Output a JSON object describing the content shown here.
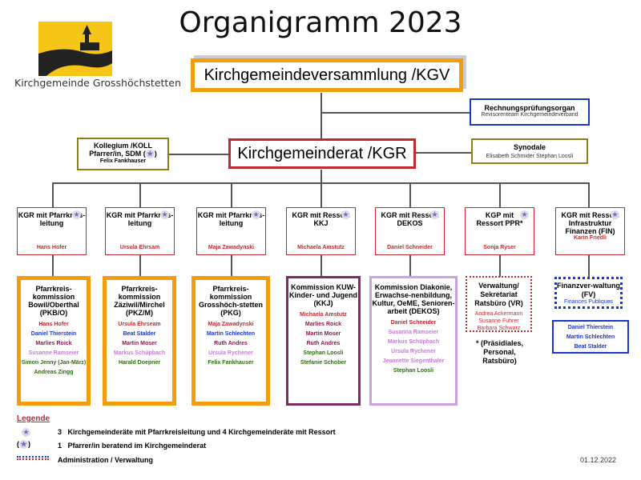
{
  "title": "Organigramm 2023",
  "logo": {
    "text": "Kirchgemeinde Grosshöchstetten"
  },
  "kgv": "Kirchgemeindeversammlung /KGV",
  "kgr": "Kirchgemeinderat /KGR",
  "rechnungspruefung": {
    "title": "Rechnungsprüfungsorgan",
    "sub": "Revisorenteam Kirchgemeindeverband"
  },
  "kollegium": {
    "line1": "Kollegium /KOLL",
    "line2": "Pfarrer/in,  SDM  (",
    "line2_end": ")",
    "person": "Felix Fankhauser"
  },
  "synodale": {
    "title": "Synodale",
    "members": "Elisabeth Schmider Stephan Loosli"
  },
  "kgr_boxes": [
    {
      "title": "KGR mit Pfarrkreis-leitung",
      "name": "Hans Hofer"
    },
    {
      "title": "KGR mit Pfarrkreis-leitung",
      "name": "Ursula Ehrsam"
    },
    {
      "title": "KGR mit Pfarrkreis-leitung",
      "name": "Maja Zawadynski"
    },
    {
      "title": "KGR mit Ressort KKJ",
      "name": "Michaela Amstutz"
    },
    {
      "title": "KGR mit Ressort DEKOS",
      "name": "Daniel Schneider"
    },
    {
      "title": "KGP mit Ressort PPR*",
      "name": "Sonja Ryser"
    },
    {
      "title": "KGR mit Ressort Infrastruktur Finanzen (FIN)",
      "name": "Karin Friedli"
    }
  ],
  "commissions": [
    {
      "title": "Pfarrkreis-kommission Bowil/Oberthal (PKB/O)",
      "members": [
        {
          "name": "Hans Hofer",
          "color": "#c0292f"
        },
        {
          "name": "Daniel Thierstein",
          "color": "#1a36c8"
        },
        {
          "name": "Marlies Roick",
          "color": "#8b1a4a"
        },
        {
          "name": "Susanne Ramseier",
          "color": "#c47ad8"
        },
        {
          "name": "Simon Jenny (Jan-März)",
          "color": "#2e6b12"
        },
        {
          "name": "Andreas Zingg",
          "color": "#2e6b12"
        }
      ]
    },
    {
      "title": "Pfarrkreis-kommission Zäziwil/Mirchel (PKZ/M)",
      "members": [
        {
          "name": "Ursula Ehrseam",
          "color": "#c0292f"
        },
        {
          "name": "Beat Stalder",
          "color": "#1a36c8"
        },
        {
          "name": "Martin Moser",
          "color": "#8b1a4a"
        },
        {
          "name": "Markus Schüpbach",
          "color": "#c47ad8"
        },
        {
          "name": "Harald Doepner",
          "color": "#2e6b12"
        }
      ]
    },
    {
      "title": "Pfarrkreis-kommission Grosshöch-stetten (PKG)",
      "members": [
        {
          "name": "Maja Zawadynski",
          "color": "#c0292f"
        },
        {
          "name": "Martin Schlechten",
          "color": "#1a36c8"
        },
        {
          "name": "Ruth Andres",
          "color": "#8b1a4a"
        },
        {
          "name": "Ursula Rychener",
          "color": "#c47ad8"
        },
        {
          "name": "Felix Fankhauser",
          "color": "#2e6b12"
        }
      ]
    },
    {
      "title": "Kommission KUW- Kinder- und Jugend (KKJ)",
      "members": [
        {
          "name": "Michaela Amstutz",
          "color": "#c0292f"
        },
        {
          "name": "Marlies Roick",
          "color": "#8b1a4a"
        },
        {
          "name": "Martin Moser",
          "color": "#8b1a4a"
        },
        {
          "name": "Ruth Andres",
          "color": "#8b1a4a"
        },
        {
          "name": "Stephan Loosli",
          "color": "#2e6b12"
        },
        {
          "name": "Stefanie Schober",
          "color": "#2e6b12"
        }
      ]
    },
    {
      "title": "Kommission Diakonie, Erwachse-nenbildung, Kultur, OeME, Senioren-arbeit (DEKOS)",
      "members": [
        {
          "name": "Daniel Schneider",
          "color": "#c0292f"
        },
        {
          "name": "Susanna Ramseier",
          "color": "#c47ad8"
        },
        {
          "name": "Markus Schüpbach",
          "color": "#c47ad8"
        },
        {
          "name": "Ursula Rychener",
          "color": "#c47ad8"
        },
        {
          "name": "Jeannette Siegenthaler",
          "color": "#c47ad8"
        },
        {
          "name": "Stephan Loosli",
          "color": "#2e6b12"
        }
      ]
    }
  ],
  "verwaltung": {
    "title": "Verwaltung/ Sekretariat Ratsbüro (VR)",
    "members": [
      "Andrea Ackermann",
      "Susanne Fuhrer",
      "Barbara Schwarz"
    ],
    "note": "* (Präsidiales, Personal, Ratsbüro)"
  },
  "finanz": {
    "title": "Finanzver-waltung (FV)",
    "sub": "Finances Publiques",
    "members": [
      "Daniel Thierstein",
      "Martin Schlechten",
      "Beat Stalder"
    ]
  },
  "legend": {
    "label": "Legende",
    "row1_num": "3",
    "row1_text": "Kirchgemeinderäte mit Pfarrkreisleitung und 4 Kirchgemeinderäte mit Ressort",
    "row2_open": "(",
    "row2_close": ")",
    "row2_num": "1",
    "row2_text": "Pfarrer/in beratend im Kirchgemeinderat",
    "row3_text": "Administration / Verwaltung"
  },
  "date": "01.12.2022",
  "colors": {
    "orange": "#f39c12",
    "red": "#c0292f",
    "blue": "#1a36c8",
    "purple": "#7b2e5e",
    "lavender": "#c7a3e0",
    "olive": "#8e7e19"
  }
}
